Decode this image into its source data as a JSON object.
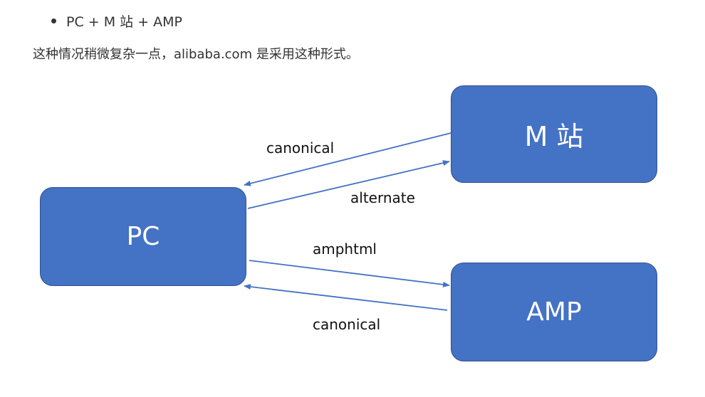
{
  "bullet": {
    "text": "PC + M 站 + AMP"
  },
  "paragraph": {
    "text": "这种情况稍微复杂一点，alibaba.com 是采用这种形式。"
  },
  "diagram": {
    "nodes": {
      "pc": "PC",
      "m": "M 站",
      "amp": "AMP"
    },
    "edges": {
      "m_to_pc": "canonical",
      "pc_to_m": "alternate",
      "pc_to_amp": "amphtml",
      "amp_to_pc": "canonical"
    },
    "colors": {
      "box_fill": "#4472c4",
      "box_border": "#2f528f",
      "arrow": "#4472c4"
    }
  }
}
